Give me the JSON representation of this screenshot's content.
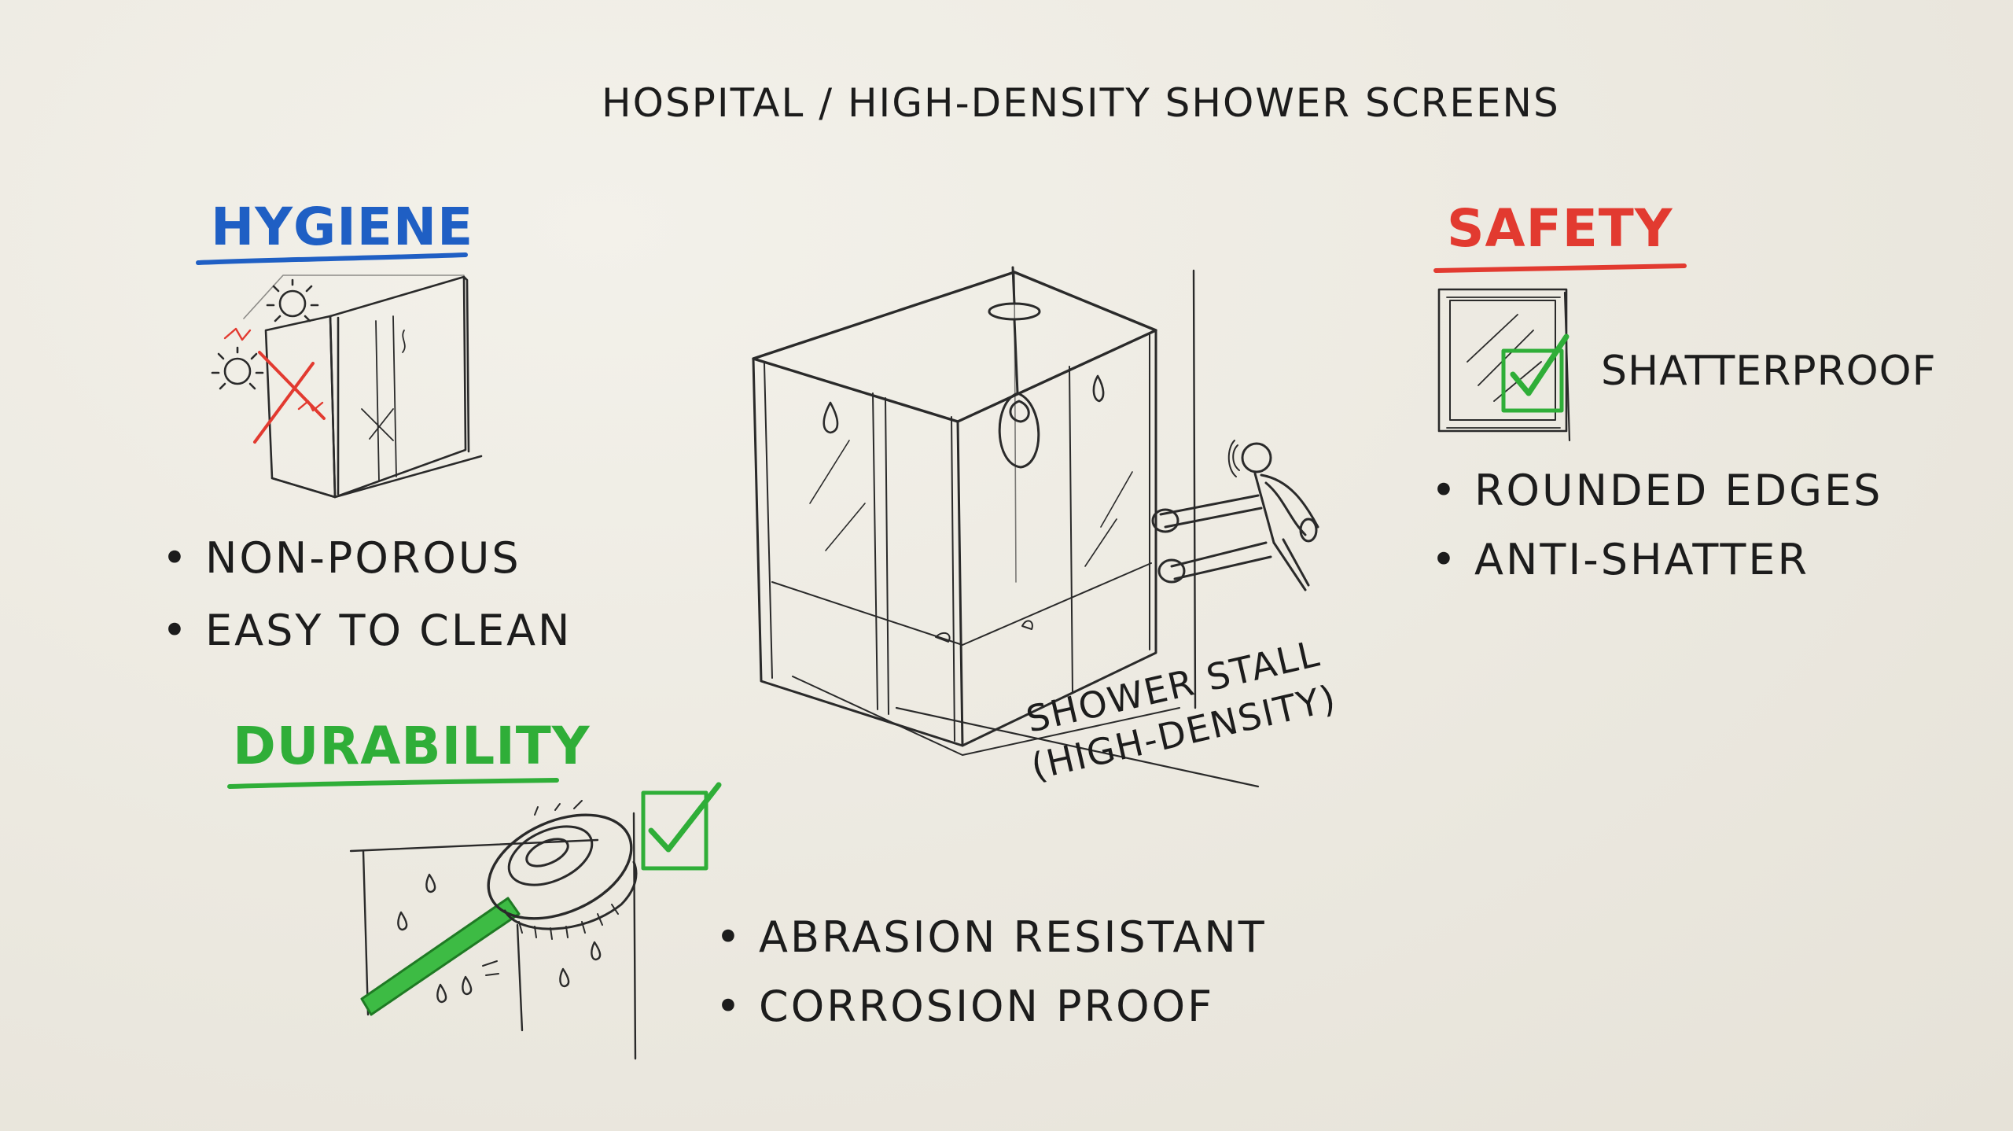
{
  "title": "HOSPITAL / HIGH-DENSITY SHOWER SCREENS",
  "colors": {
    "hygiene": "#1f5fc4",
    "safety": "#e23a30",
    "durability": "#2fae38",
    "ink": "#1c1c1c"
  },
  "sections": {
    "hygiene": {
      "heading": "HYGIENE",
      "bullets": [
        "NON-POROUS",
        "EASY TO CLEAN"
      ]
    },
    "safety": {
      "heading": "SAFETY",
      "badge": "SHATTERPROOF",
      "bullets": [
        "ROUNDED EDGES",
        "ANTI-SHATTER"
      ]
    },
    "durability": {
      "heading": "DURABILITY",
      "bullets": [
        "ABRASION RESISTANT",
        "CORROSION PROOF"
      ]
    }
  },
  "center": {
    "stall_label_line1": "SHOWER STALL",
    "stall_label_line2": "(HIGH-DENSITY)"
  },
  "icons": [
    "germ-icon",
    "cross-mark-icon",
    "check-icon",
    "brush-icon",
    "water-drop-icon",
    "person-icon",
    "shower-head-icon",
    "window-icon"
  ]
}
